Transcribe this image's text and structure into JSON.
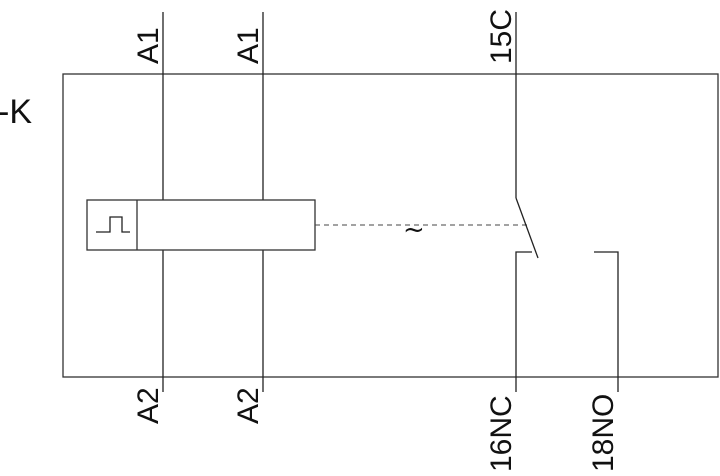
{
  "device": {
    "reference": "-K",
    "function_symbol": "~"
  },
  "terminals": {
    "top": [
      "A1",
      "A1",
      "15C"
    ],
    "bottom": [
      "A2",
      "A2",
      "16NC",
      "18NO"
    ]
  },
  "icons": {
    "timing": "pulse-timing-icon"
  },
  "colors": {
    "line": "#222222",
    "background": "#ffffff"
  }
}
